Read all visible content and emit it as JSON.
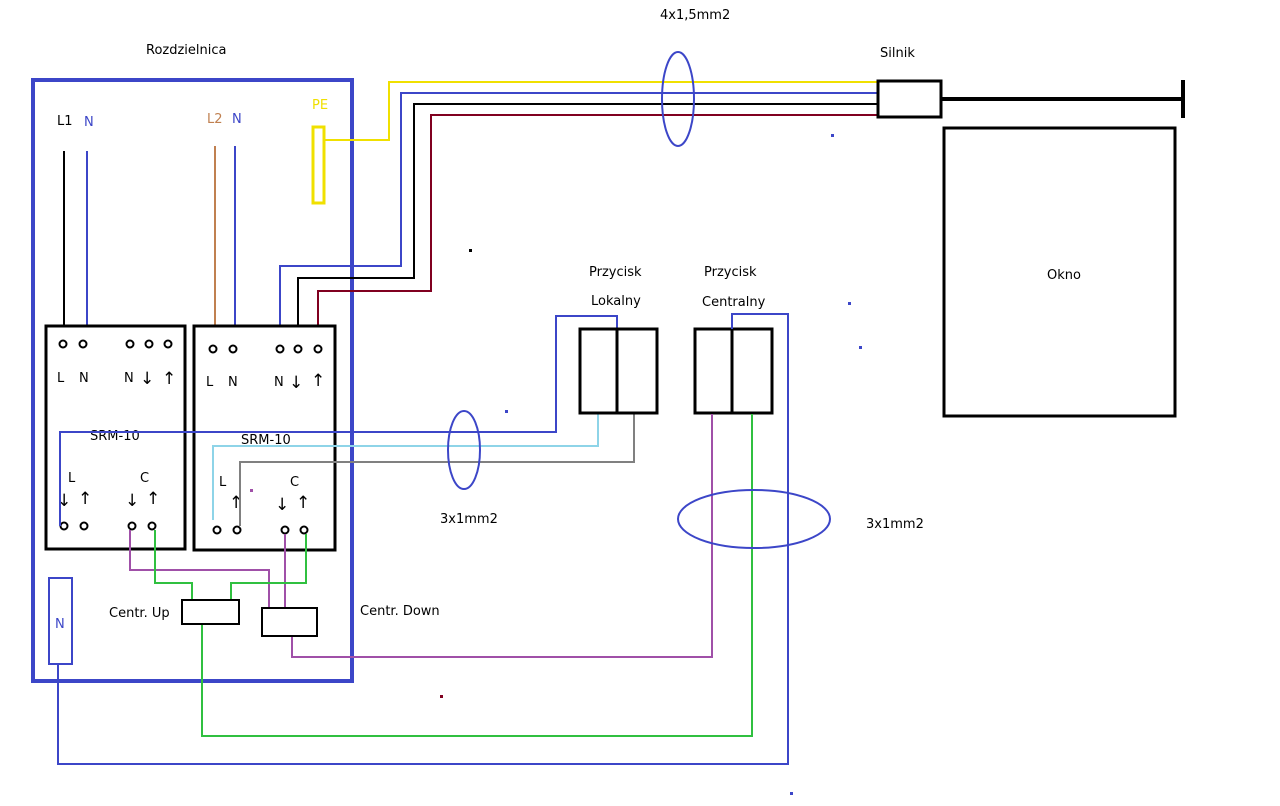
{
  "labels": {
    "panel": "Rozdzielnica",
    "cable_main": "4x1,5mm2",
    "motor": "Silnik",
    "window": "Okno",
    "btn_local_1": "Przycisk",
    "btn_local_2": "Lokalny",
    "btn_central_1": "Przycisk",
    "btn_central_2": "Centralny",
    "cable_local": "3x1mm2",
    "cable_central": "3x1mm2",
    "centr_up": "Centr. Up",
    "centr_down": "Centr. Down",
    "l1": "L1",
    "n1": "N",
    "l2": "L2",
    "n2": "N",
    "pe": "PE",
    "n_bar": "N",
    "srm1": "SRM-10",
    "srm2": "SRM-10",
    "m1_top_l": "L",
    "m1_top_n": "N",
    "m1_top_n2": "N",
    "m1_bot_l": "L",
    "m1_bot_c": "C",
    "m2_top_l": "L",
    "m2_top_n": "N",
    "m2_top_n2": "N",
    "m2_bot_l": "L",
    "m2_bot_c": "C",
    "arrow_down": "↓",
    "arrow_up": "↑"
  },
  "colors": {
    "panel_border": "#3c46c8",
    "black": "#000000",
    "blue": "#3c46c8",
    "brown": "#c08050",
    "yellow": "#f0e000",
    "darkred": "#800020",
    "lightblue": "#8ed4e8",
    "gray": "#808080",
    "purple": "#a050a8",
    "green": "#30c040"
  }
}
